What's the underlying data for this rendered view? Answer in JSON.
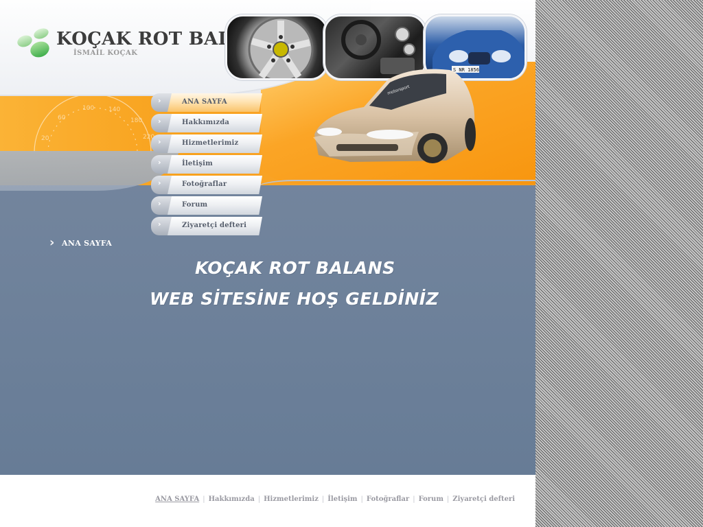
{
  "header": {
    "title": "KOÇAK ROT BALANS",
    "subtitle": "İSMAİL KOÇAK"
  },
  "nav": {
    "items": [
      {
        "label": "ANA SAYFA"
      },
      {
        "label": "Hakkımızda"
      },
      {
        "label": "Hizmetlerimiz"
      },
      {
        "label": "İletişim"
      },
      {
        "label": "Fotoğraflar"
      },
      {
        "label": "Forum"
      },
      {
        "label": "Ziyaretçi defteri"
      }
    ],
    "active_index": 0
  },
  "breadcrumb": {
    "label": "ANA SAYFA",
    "icon": "chevron-right-icon"
  },
  "welcome": {
    "line1": "KOÇAK ROT BALANS",
    "line2": "WEB SİTESİNE HOŞ GELDİNİZ"
  },
  "footer": {
    "links": [
      {
        "label": "ANA SAYFA"
      },
      {
        "label": "Hakkımızda"
      },
      {
        "label": "Hizmetlerimiz"
      },
      {
        "label": "İletişim"
      },
      {
        "label": "Fotoğraflar"
      },
      {
        "label": "Forum"
      },
      {
        "label": "Ziyaretçi defteri"
      }
    ]
  },
  "colors": {
    "accent_orange": "#f8a11c",
    "slate": "#6f829b",
    "logo_green": "#6cc070",
    "title_text": "#3c3c3c"
  }
}
